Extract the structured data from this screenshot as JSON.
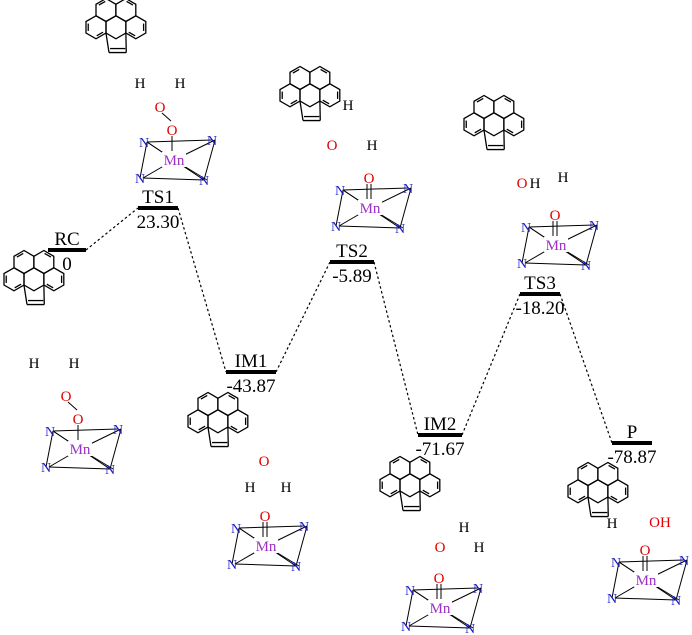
{
  "colors": {
    "nitrogen": "#1a1acc",
    "manganese": "#9b30c8",
    "oxygen": "#e00000",
    "bond": "#000000"
  },
  "atoms": {
    "nitrogen": "N",
    "manganese": "Mn",
    "oxygen": "O",
    "hydrogen": "H"
  },
  "chart_data": {
    "type": "energy_profile",
    "levels": [
      {
        "name": "RC",
        "value": "0"
      },
      {
        "name": "TS1",
        "value": "23.30"
      },
      {
        "name": "IM1",
        "value": "-43.87"
      },
      {
        "name": "TS2",
        "value": "-5.89"
      },
      {
        "name": "IM2",
        "value": "-71.67"
      },
      {
        "name": "TS3",
        "value": "-18.20"
      },
      {
        "name": "P",
        "value": "-78.87"
      }
    ]
  }
}
